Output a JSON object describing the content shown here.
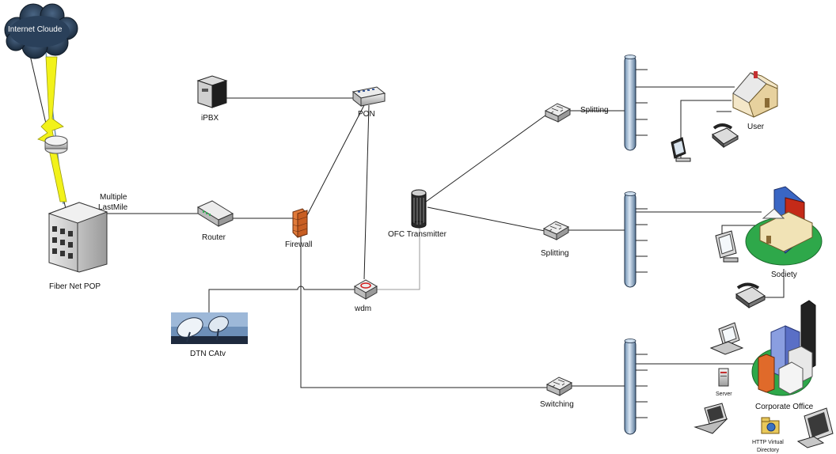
{
  "nodes": {
    "internet": "Internet Cloude",
    "pop": "Fiber Net POP",
    "lastmile_line1": "Multiple",
    "lastmile_line2": "LastMile",
    "ipbx": "iPBX",
    "pon": "PON",
    "router": "Router",
    "firewall": "Firewall",
    "ofc": "OFC Transmitter",
    "wdm": "wdm",
    "dtn": "DTN CAtv",
    "split_top": "Splitting",
    "split_mid": "Splitting",
    "switching": "Switching",
    "user": "User",
    "society": "Society",
    "corporate": "Corporate Office",
    "server": "Server",
    "http_line1": "HTTP Virtual",
    "http_line2": "Directory"
  },
  "colors": {
    "bus": "#b7cfe6",
    "bus_stroke": "#1b2d44",
    "cloud": "#24384e",
    "lightning": "#f2f21a",
    "firewall": "#e07a3a"
  }
}
